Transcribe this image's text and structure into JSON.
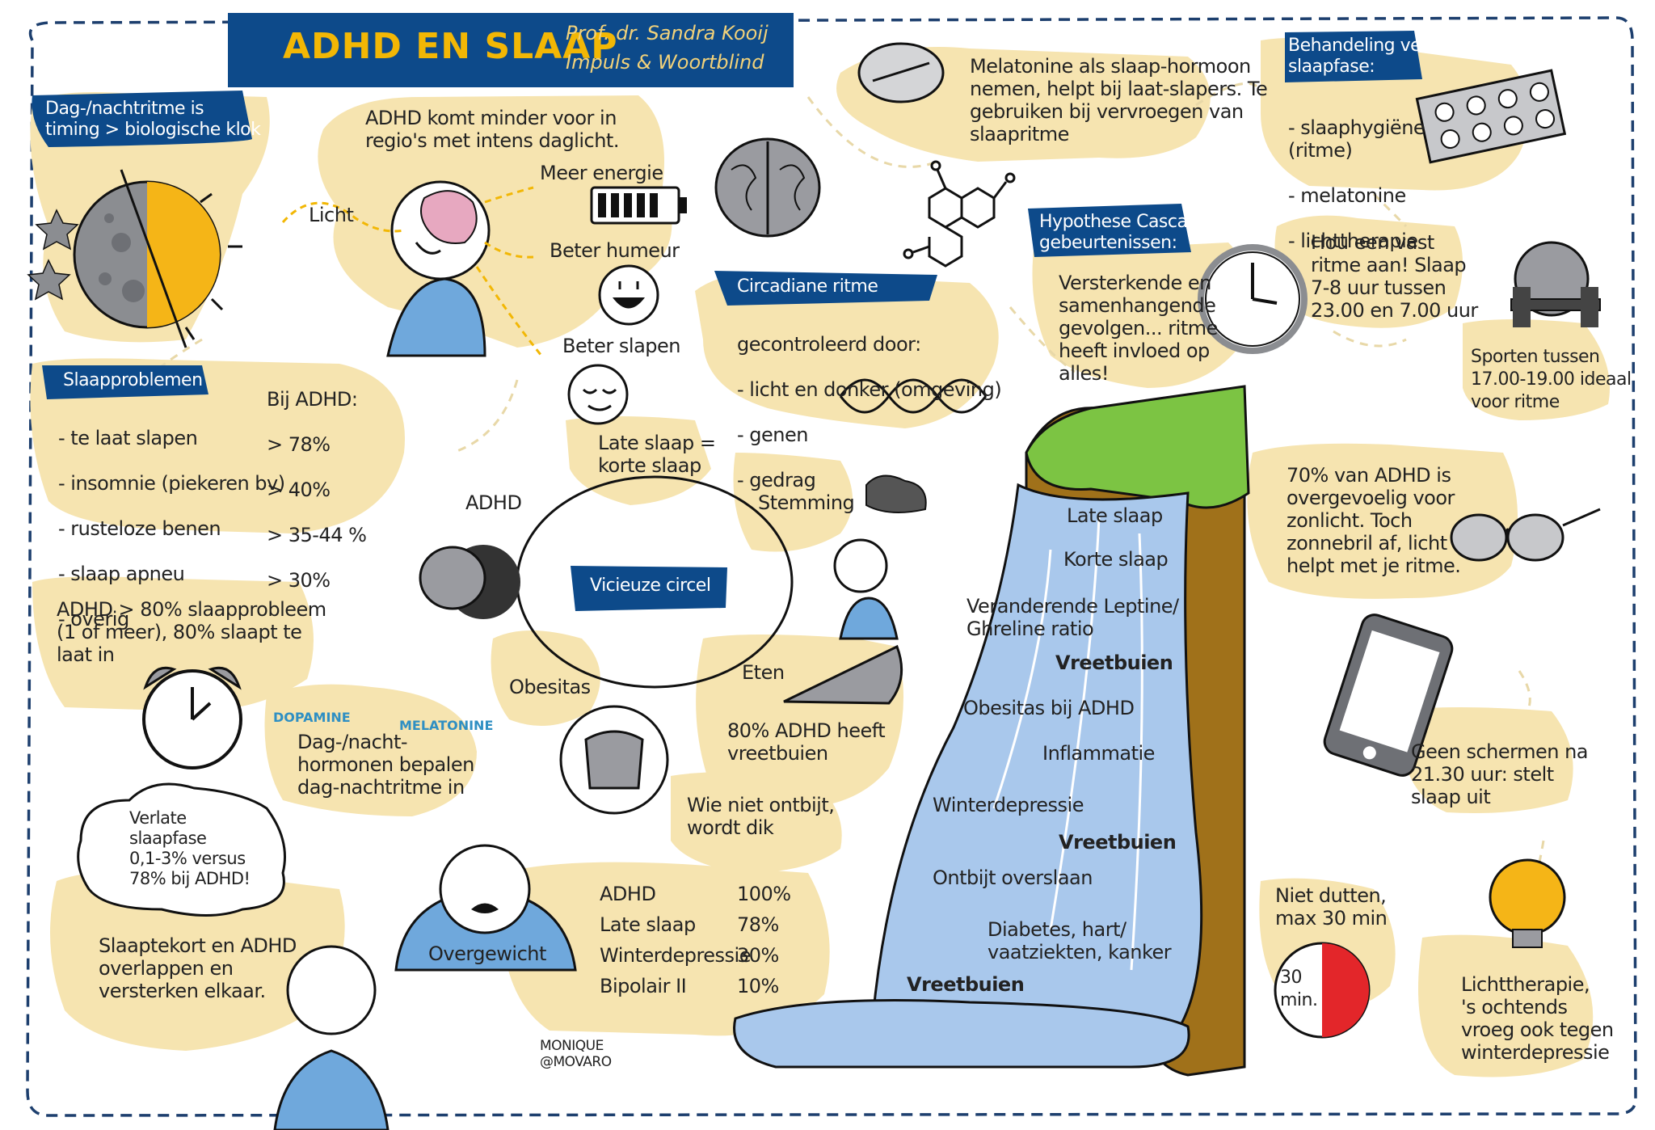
{
  "header": {
    "title": "ADHD EN SLAAP",
    "author": "Prof. dr. Sandra Kooij",
    "publisher": "Impuls & Woortblind"
  },
  "clock_section": {
    "heading": "Dag-/nachtritme is\ntiming > biologische klok",
    "licht": "Licht"
  },
  "daylight": {
    "text": "ADHD komt minder voor in\nregio's met intens daglicht.",
    "energie": "Meer energie",
    "humeur": "Beter humeur",
    "slapen": "Beter slapen"
  },
  "melatonine": {
    "text": "Melatonine als slaap-hormoon\nnemen, helpt bij laat-slapers. Te\ngebruiken bij vervroegen van\nslaapritme"
  },
  "behandeling": {
    "heading": "Behandeling verlate\nslaapfase:",
    "items": [
      "- slaaphygiëne\n(ritme)",
      "- melatonine",
      "- lichttherapie"
    ]
  },
  "circadiaan": {
    "heading": "Circadiane ritme",
    "items": [
      "gecontroleerd door:",
      "- licht en donker (omgeving)",
      "- genen",
      "- gedrag"
    ]
  },
  "hypothese": {
    "heading": "Hypothese Cascade\ngebeurtenissen:",
    "text": "Versterkende en\nsamenhangende\ngevolgen... ritme\nheeft invloed op\nalles!"
  },
  "ritme": {
    "text": "Hou een vast\nritme aan! Slaap\n7-8 uur tussen\n23.00 en 7.00 uur"
  },
  "sport": {
    "text": "Sporten tussen\n17.00-19.00 ideaal\nvoor ritme"
  },
  "slaapproblemen": {
    "heading": "Slaapproblemen",
    "items": [
      "- te laat slapen",
      "- insomnie (piekeren bv)",
      "- rusteloze benen",
      "- slaap apneu",
      "- overig"
    ],
    "col_heading": "Bij ADHD:",
    "values": [
      "> 78%",
      "> 40%",
      "> 35-44 %",
      "> 30%"
    ]
  },
  "cirkel": {
    "label": "Vicieuze circel",
    "adhd": "ADHD",
    "late": "Late slaap =\nkorte slaap",
    "stemming": "Stemming",
    "eten": "Eten",
    "obesitas": "Obesitas"
  },
  "zonlicht": {
    "text": "70% van ADHD is\novergevoelig voor\nzonlicht. Toch\nzonnebril af, licht\nhelpt met je ritme."
  },
  "waterval": {
    "items": [
      "Late slaap",
      "Korte slaap",
      "Veranderende Leptine/\nGhreline ratio",
      "Vreetbuien",
      "Obesitas bij ADHD",
      "Inflammatie",
      "Winterdepressie",
      "Vreetbuien",
      "Ontbijt overslaan",
      "Diabetes, hart/\nvaatziekten, kanker",
      "Vreetbuien"
    ]
  },
  "alarm": {
    "text": "ADHD > 80% slaapprobleem\n(1 of meer), 80% slaapt te\nlaat in"
  },
  "hormonen": {
    "dopamine": "DOPAMINE",
    "melatonine": "MELATONINE",
    "text": "Dag-/nacht-\nhormonen bepalen\ndag-nachtritme in"
  },
  "vreetbuien80": {
    "text": "80% ADHD heeft\nvreetbuien"
  },
  "ontbijt": {
    "text": "Wie niet ontbijt,\nwordt dik"
  },
  "schermen": {
    "text": "Geen schermen na\n21.30 uur: stelt\nslaap uit"
  },
  "verlate": {
    "text": "Verlate\nslaapfase\n0,1-3% versus\n78% bij ADHD!"
  },
  "overgewicht": {
    "label": "Overgewicht",
    "rows": [
      {
        "name": "ADHD",
        "value": "100%"
      },
      {
        "name": "Late slaap",
        "value": "78%"
      },
      {
        "name": "Winterdepressie",
        "value": "30%"
      },
      {
        "name": "Bipolair II",
        "value": "10%"
      }
    ]
  },
  "dutten": {
    "text": "Niet dutten,\nmax 30 min",
    "timer": "30\nmin."
  },
  "licht_therapie": {
    "text": "Lichttherapie,\n's ochtends\nvroeg ook tegen\nwinterdepressie"
  },
  "slaaptekort": {
    "text": "Slaaptekort en ADHD\noverlappen en\nversterken elkaar."
  },
  "signature": {
    "text": "MONIQUE\n@MOVARO"
  },
  "colors": {
    "blob": "#f6e4b0",
    "navy": "#0d4a8a",
    "yellow": "#f2b705",
    "water": "#a9c8ec",
    "grass": "#7cc443",
    "earth": "#a0711a",
    "person": "#6fa8dc"
  }
}
